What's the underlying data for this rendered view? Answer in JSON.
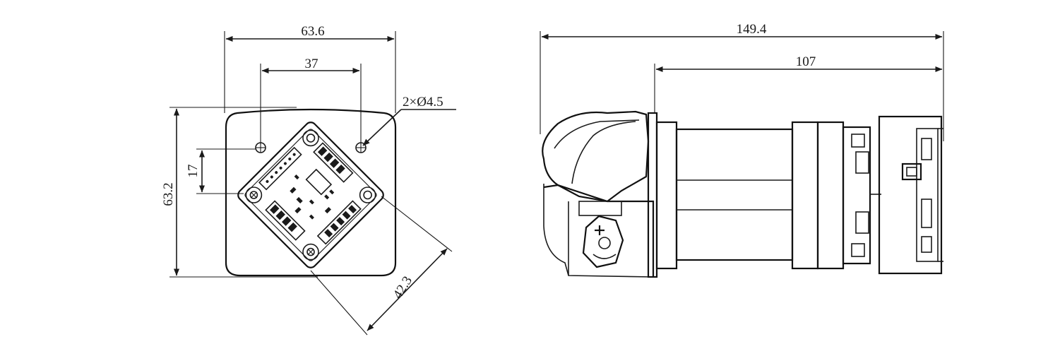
{
  "dimensions": {
    "front_width": "63.6",
    "hole_spacing": "37",
    "hole_callout": "2×Ø4.5",
    "front_height": "63.2",
    "hole_offset": "17",
    "flange_diagonal": "42.3",
    "side_total_length": "149.4",
    "side_body_length": "107"
  },
  "colors": {
    "line": "#1a1a1a",
    "background": "#ffffff"
  }
}
